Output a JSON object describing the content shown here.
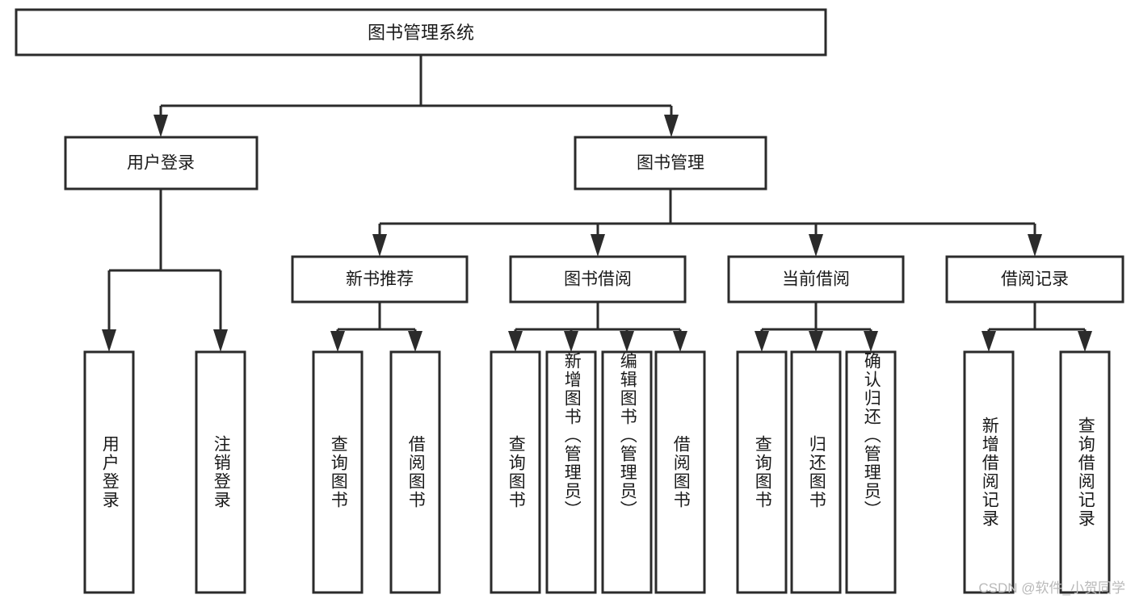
{
  "diagram": {
    "type": "tree",
    "title": "图书管理系统",
    "watermark": "CSDN @软件_小贺同学",
    "colors": {
      "stroke": "#2b2b2b",
      "fill": "#ffffff",
      "text": "#1a1a1a",
      "watermark": "#b9b9b9"
    },
    "root": {
      "label": "图书管理系统",
      "level": 0
    },
    "level1": [
      {
        "label": "用户登录"
      },
      {
        "label": "图书管理"
      }
    ],
    "level2": [
      {
        "label": "新书推荐"
      },
      {
        "label": "图书借阅"
      },
      {
        "label": "当前借阅"
      },
      {
        "label": "借阅记录"
      }
    ],
    "leaves": {
      "user_login": [
        {
          "label": "用户登录"
        },
        {
          "label": "注销登录"
        }
      ],
      "new_book_recommend": [
        {
          "label": "查询图书"
        },
        {
          "label": "借阅图书"
        }
      ],
      "book_borrow": [
        {
          "label": "查询图书"
        },
        {
          "label": "新增图书（管理员）"
        },
        {
          "label": "编辑图书（管理员）"
        },
        {
          "label": "借阅图书"
        }
      ],
      "current_borrow": [
        {
          "label": "查询图书"
        },
        {
          "label": "归还图书"
        },
        {
          "label": "确认归还（管理员）"
        }
      ],
      "borrow_record": [
        {
          "label": "新增借阅记录"
        },
        {
          "label": "查询借阅记录"
        }
      ]
    }
  }
}
